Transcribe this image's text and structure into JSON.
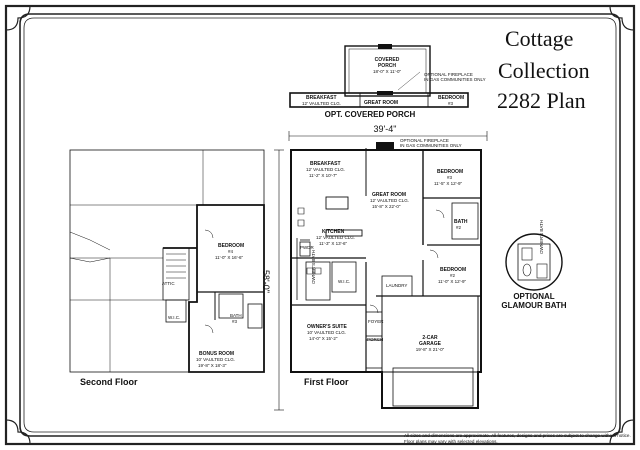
{
  "title": {
    "line1": "Cottage",
    "line2": "Collection",
    "line3": "2282 Plan"
  },
  "porch_option": {
    "heading": "OPT. COVERED PORCH",
    "covered_porch": "COVERED",
    "covered_porch_line2": "PORCH",
    "covered_porch_dim": "18'-0\" X 11'-0\"",
    "fireplace_note": "OPTIONAL FIREPLACE",
    "fireplace_note2": "IN GAS COMMUNITIES ONLY",
    "breakfast": "BREAKFAST",
    "breakfast_clg": "12' VAULTED CLG.",
    "great_room": "GREAT ROOM",
    "bedroom": "BEDROOM",
    "bedroom_no": "#3"
  },
  "first_floor": {
    "label": "First Floor",
    "width_dim": "39'-4\"",
    "depth_dim": "58'-0\"",
    "fireplace_note": "OPTIONAL FIREPLACE",
    "fireplace_note2": "IN GAS COMMUNITIES ONLY",
    "breakfast": "BREAKFAST",
    "breakfast_clg": "12' VAULTED CLG.",
    "breakfast_dim": "11'-2\" X 10'-7\"",
    "great_room": "GREAT ROOM",
    "great_room_clg": "12' VAULTED CLG.",
    "great_room_dim": "15'-8\" X 22'-0\"",
    "kitchen": "KITCHEN",
    "kitchen_clg": "12' VAULTED CLG.",
    "kitchen_dim": "11'-3\" X 13'-6\"",
    "bedroom3": "BEDROOM",
    "bedroom3_no": "#3",
    "bedroom3_dim": "11'-5\" X 12'-9\"",
    "bedroom2": "BEDROOM",
    "bedroom2_no": "#2",
    "bedroom2_dim": "11'-0\" X 12'-9\"",
    "bath2": "BATH",
    "bath2_no": "#2",
    "owners_bath": "OWNER'S BATH",
    "wic": "W.I.C.",
    "pwdr": "PWDR",
    "laundry": "LAUNDRY",
    "owners_suite": "OWNER'S SUITE",
    "owners_suite_clg": "10' VAULTED CLG.",
    "owners_suite_dim": "14'-0\" X 15'-2\"",
    "foyer": "FOYER",
    "porch": "PORCH",
    "garage": "2-CAR",
    "garage_line2": "GARAGE",
    "garage_dim": "19'-8\" X 21'-0\""
  },
  "second_floor": {
    "label": "Second Floor",
    "bedroom": "BEDROOM",
    "bedroom_no": "#4",
    "bedroom_dim": "11'-0\" X 16'-6\"",
    "attic": "ATTIC",
    "wic": "W.I.C.",
    "bath": "BATH",
    "bath_no": "#3",
    "bonus_room": "BONUS ROOM",
    "bonus_clg": "10' VAULTED CLG.",
    "bonus_dim": "19'-8\" X 18'-3\""
  },
  "glamour_bath": {
    "line1": "OPTIONAL",
    "line2": "GLAMOUR BATH",
    "owners_bath": "OWNER'S BATH"
  },
  "disclaimer": "All sizes and dimensions are approximate. All features, designs and prices are subject to change without notice. Floor plans may vary with selected elevations."
}
